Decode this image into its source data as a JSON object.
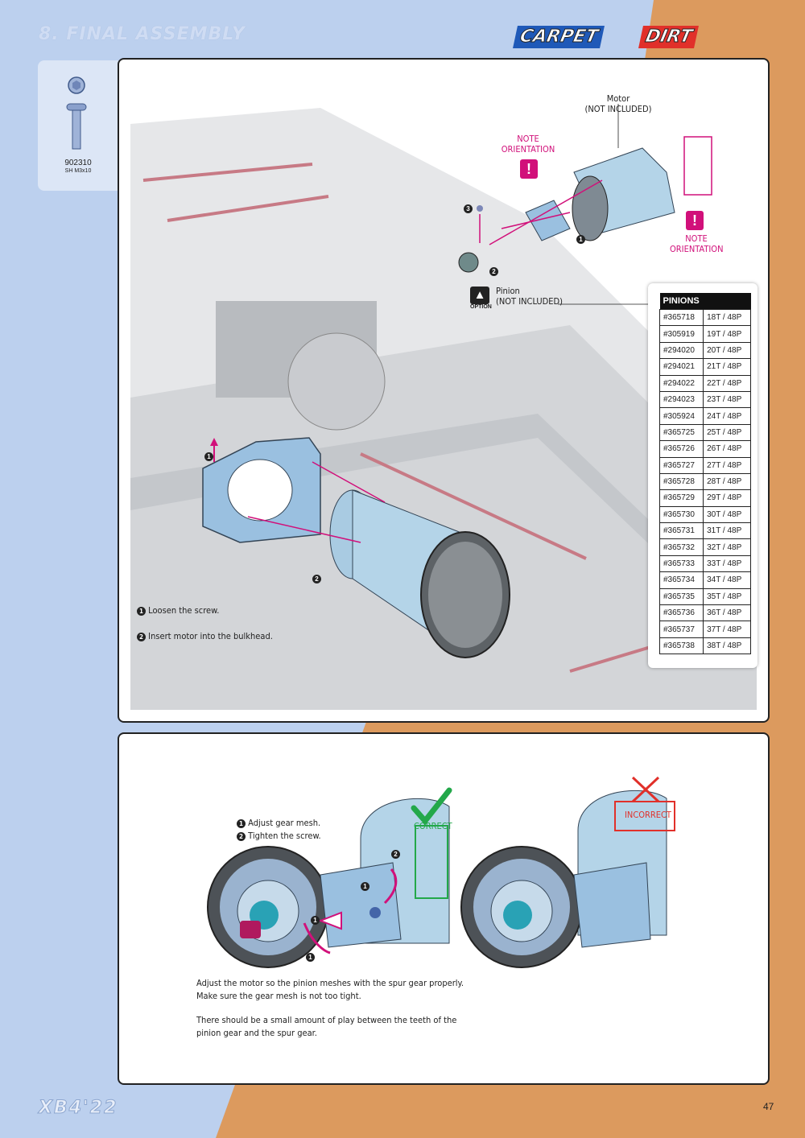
{
  "header": {
    "section_title": "8. FINAL ASSEMBLY",
    "badge_carpet": "CARPET",
    "badge_dirt": "DIRT"
  },
  "part": {
    "code": "902310",
    "desc": "SH M3x10"
  },
  "step1": {
    "motor_label": "Motor",
    "motor_not_included": "(NOT INCLUDED)",
    "note_orientation_left": "NOTE ORIENTATION",
    "note_orientation_right": "NOTE ORIENTATION",
    "pinion_label": "Pinion",
    "pinion_not_included": "(NOT INCLUDED)",
    "option_label": "OPTION",
    "callout_1": "1",
    "callout_2": "2",
    "callout_3": "3",
    "instr_1": "Loosen the screw.",
    "instr_2": "Insert motor into the bulkhead."
  },
  "pinions": {
    "header": "PINIONS",
    "rows": [
      [
        "#365718",
        "18T / 48P"
      ],
      [
        "#305919",
        "19T / 48P"
      ],
      [
        "#294020",
        "20T / 48P"
      ],
      [
        "#294021",
        "21T / 48P"
      ],
      [
        "#294022",
        "22T / 48P"
      ],
      [
        "#294023",
        "23T / 48P"
      ],
      [
        "#305924",
        "24T / 48P"
      ],
      [
        "#365725",
        "25T / 48P"
      ],
      [
        "#365726",
        "26T / 48P"
      ],
      [
        "#365727",
        "27T / 48P"
      ],
      [
        "#365728",
        "28T / 48P"
      ],
      [
        "#365729",
        "29T / 48P"
      ],
      [
        "#365730",
        "30T / 48P"
      ],
      [
        "#365731",
        "31T / 48P"
      ],
      [
        "#365732",
        "32T / 48P"
      ],
      [
        "#365733",
        "33T / 48P"
      ],
      [
        "#365734",
        "34T / 48P"
      ],
      [
        "#365735",
        "35T / 48P"
      ],
      [
        "#365736",
        "36T / 48P"
      ],
      [
        "#365737",
        "37T / 48P"
      ],
      [
        "#365738",
        "38T / 48P"
      ]
    ]
  },
  "step2": {
    "instr_1": "Adjust gear mesh.",
    "instr_2": "Tighten the screw.",
    "correct": "CORRECT",
    "incorrect": "INCORRECT",
    "note_1": "Adjust the motor so the pinion meshes with the spur gear properly.",
    "note_2": "Make sure the gear mesh is not too tight.",
    "note_3": "There should be a small amount of play between the teeth of the",
    "note_4": "pinion gear and the spur gear."
  },
  "footer": {
    "model": "XB4'22",
    "page": "47"
  },
  "colors": {
    "accent_pink": "#d1107a",
    "blue_bg": "#bcd0ee",
    "orange_bg": "#dc9a5e",
    "correct_green": "#23a84a",
    "incorrect_red": "#e1302a"
  }
}
